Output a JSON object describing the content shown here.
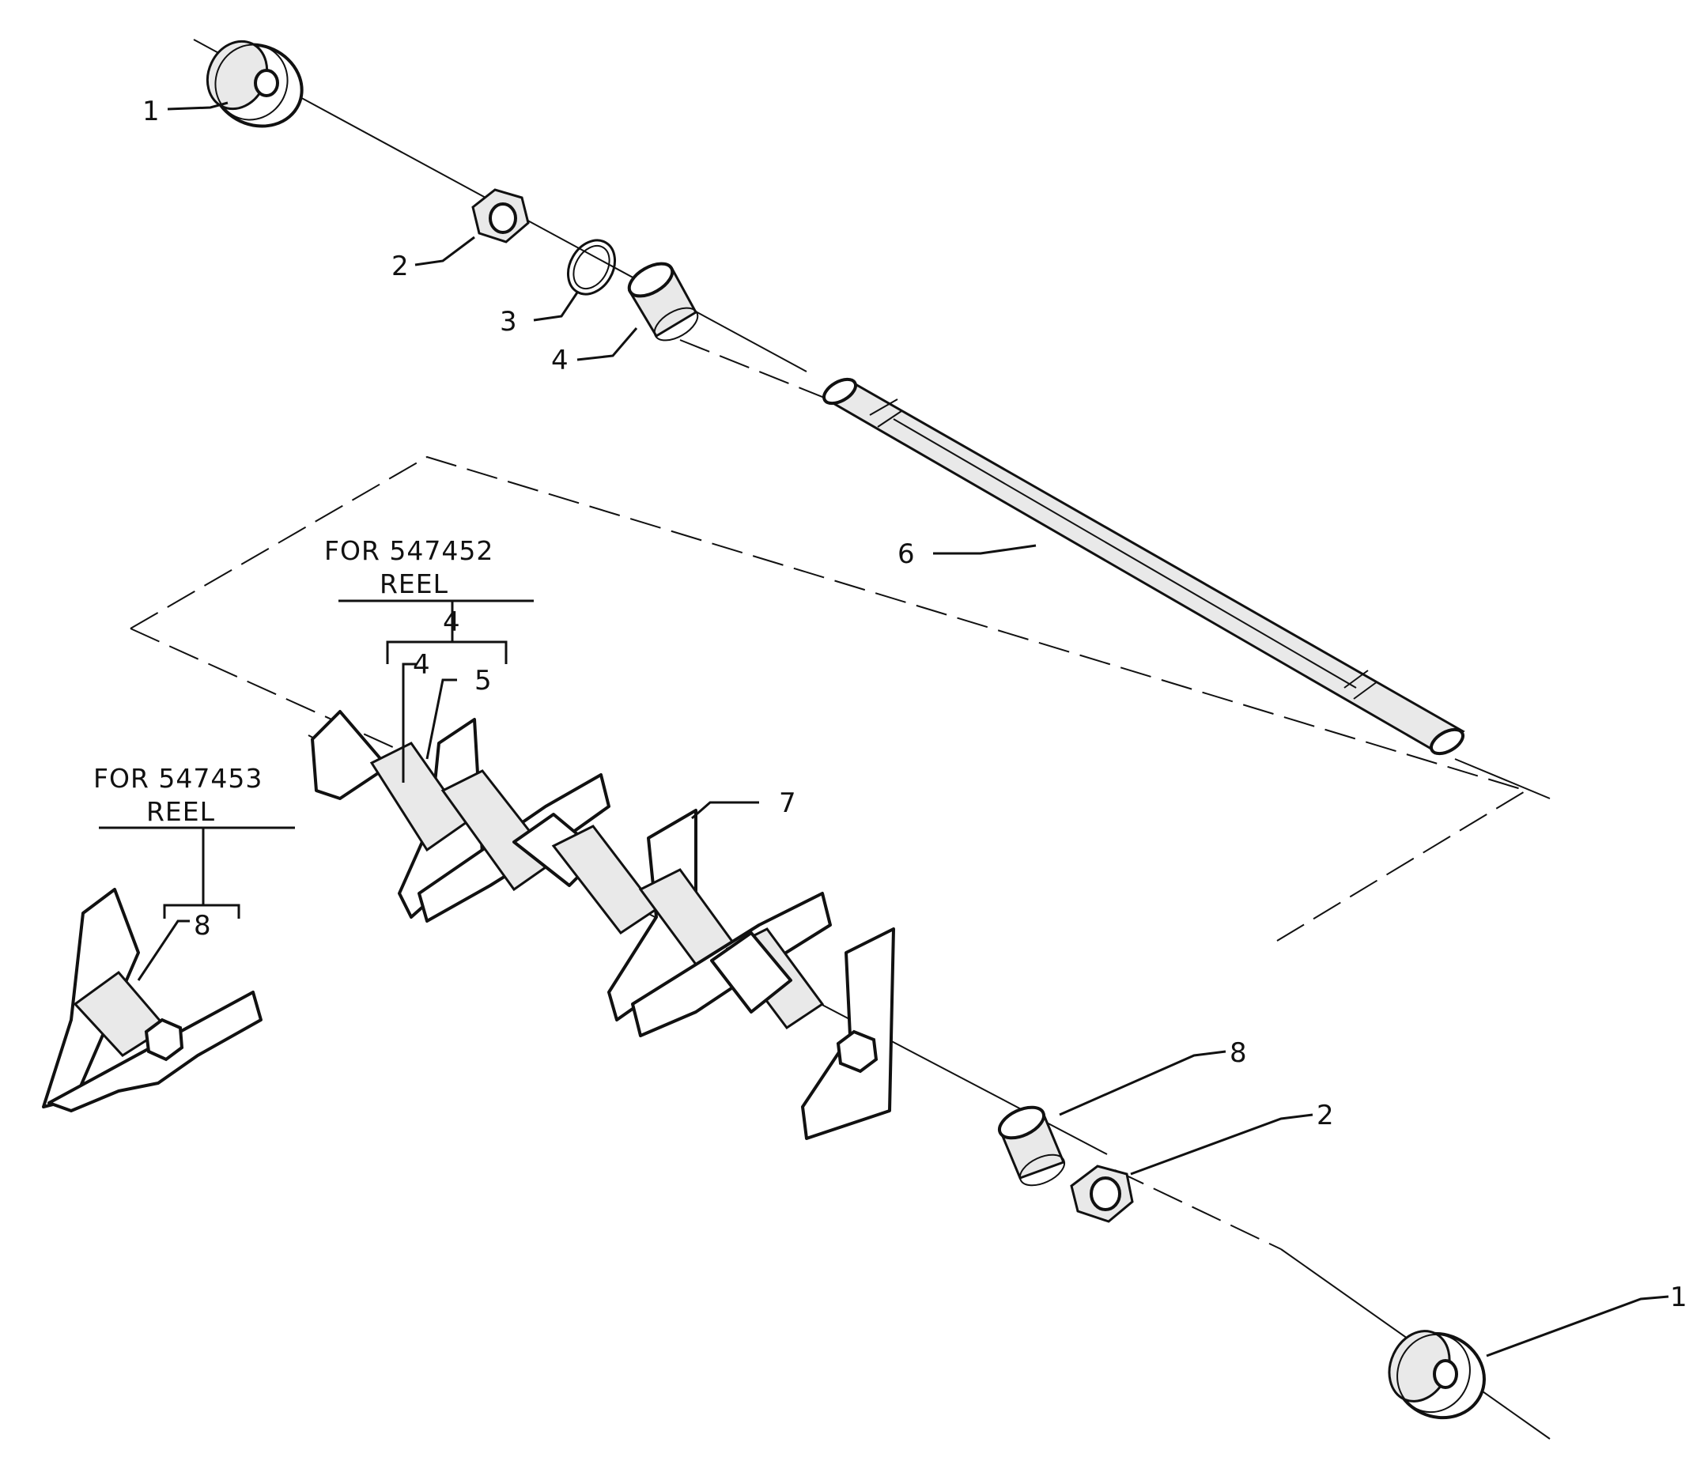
{
  "diagram": {
    "headers": {
      "reel_547452_line1": "FOR 547452",
      "reel_547452_line2": "REEL",
      "reel_547453_line1": "FOR 547453",
      "reel_547453_line2": "REEL"
    },
    "callouts": {
      "c1_top": "1",
      "c2_top": "2",
      "c3": "3",
      "c4_top": "4",
      "c6": "6",
      "c4_bracket": "4",
      "c4_sub": "4",
      "c5_sub": "5",
      "c7": "7",
      "c8_bracket": "8",
      "c8_right": "8",
      "c2_bottom": "2",
      "c1_bottom": "1"
    }
  }
}
